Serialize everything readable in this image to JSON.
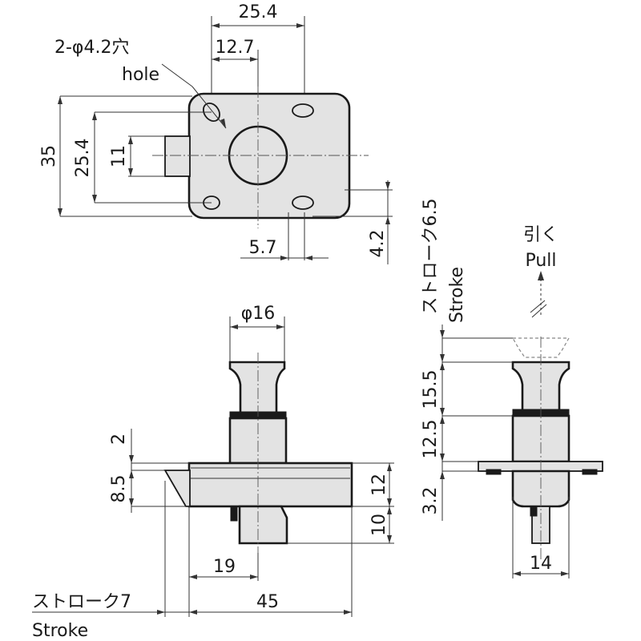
{
  "top_view": {
    "dim_25_4_h": "25.4",
    "dim_12_7": "12.7",
    "hole_note": "2-φ4.2穴",
    "hole_note_en": "hole",
    "dim_35": "35",
    "dim_25_4_v": "25.4",
    "dim_11": "11",
    "dim_5_7": "5.7",
    "dim_4_2": "4.2"
  },
  "front_view": {
    "dim_phi16": "φ16",
    "dim_2": "2",
    "dim_8_5": "8.5",
    "dim_12": "12",
    "dim_10": "10",
    "dim_19": "19",
    "dim_45": "45",
    "stroke_jp": "ストローク7",
    "stroke_en": "Stroke"
  },
  "side_view": {
    "stroke_jp": "ストローク6.5",
    "stroke_en": "Stroke",
    "pull_jp": "引く",
    "pull_en": "Pull",
    "dim_15_5": "15.5",
    "dim_12_5": "12.5",
    "dim_3_2": "3.2",
    "dim_14": "14"
  },
  "colors": {
    "part_fill": "#e3e3e3",
    "line": "#1a1a1a"
  }
}
